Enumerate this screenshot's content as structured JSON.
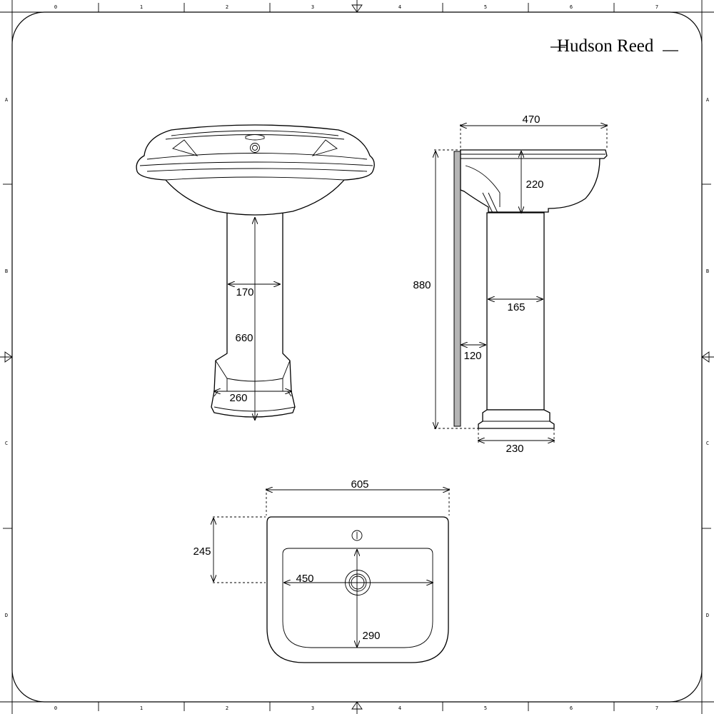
{
  "brand": {
    "name": "Hudson Reed"
  },
  "grid": {
    "columns": [
      "0",
      "1",
      "2",
      "3",
      "4",
      "5",
      "6",
      "7"
    ],
    "rows": [
      "A",
      "B",
      "C",
      "D"
    ]
  },
  "dimensions": {
    "front": {
      "pedestal_width": "170",
      "pedestal_height": "660",
      "base_width": "260"
    },
    "side": {
      "depth": "470",
      "bowl_height": "220",
      "total_height": "880",
      "pedestal_width": "165",
      "wall_gap": "120",
      "base_width": "230"
    },
    "plan": {
      "width": "605",
      "offset": "245",
      "bowl_width": "450",
      "bowl_depth": "290"
    }
  },
  "colors": {
    "line": "#000000",
    "wall": "#b5b5b5",
    "background": "#ffffff"
  }
}
